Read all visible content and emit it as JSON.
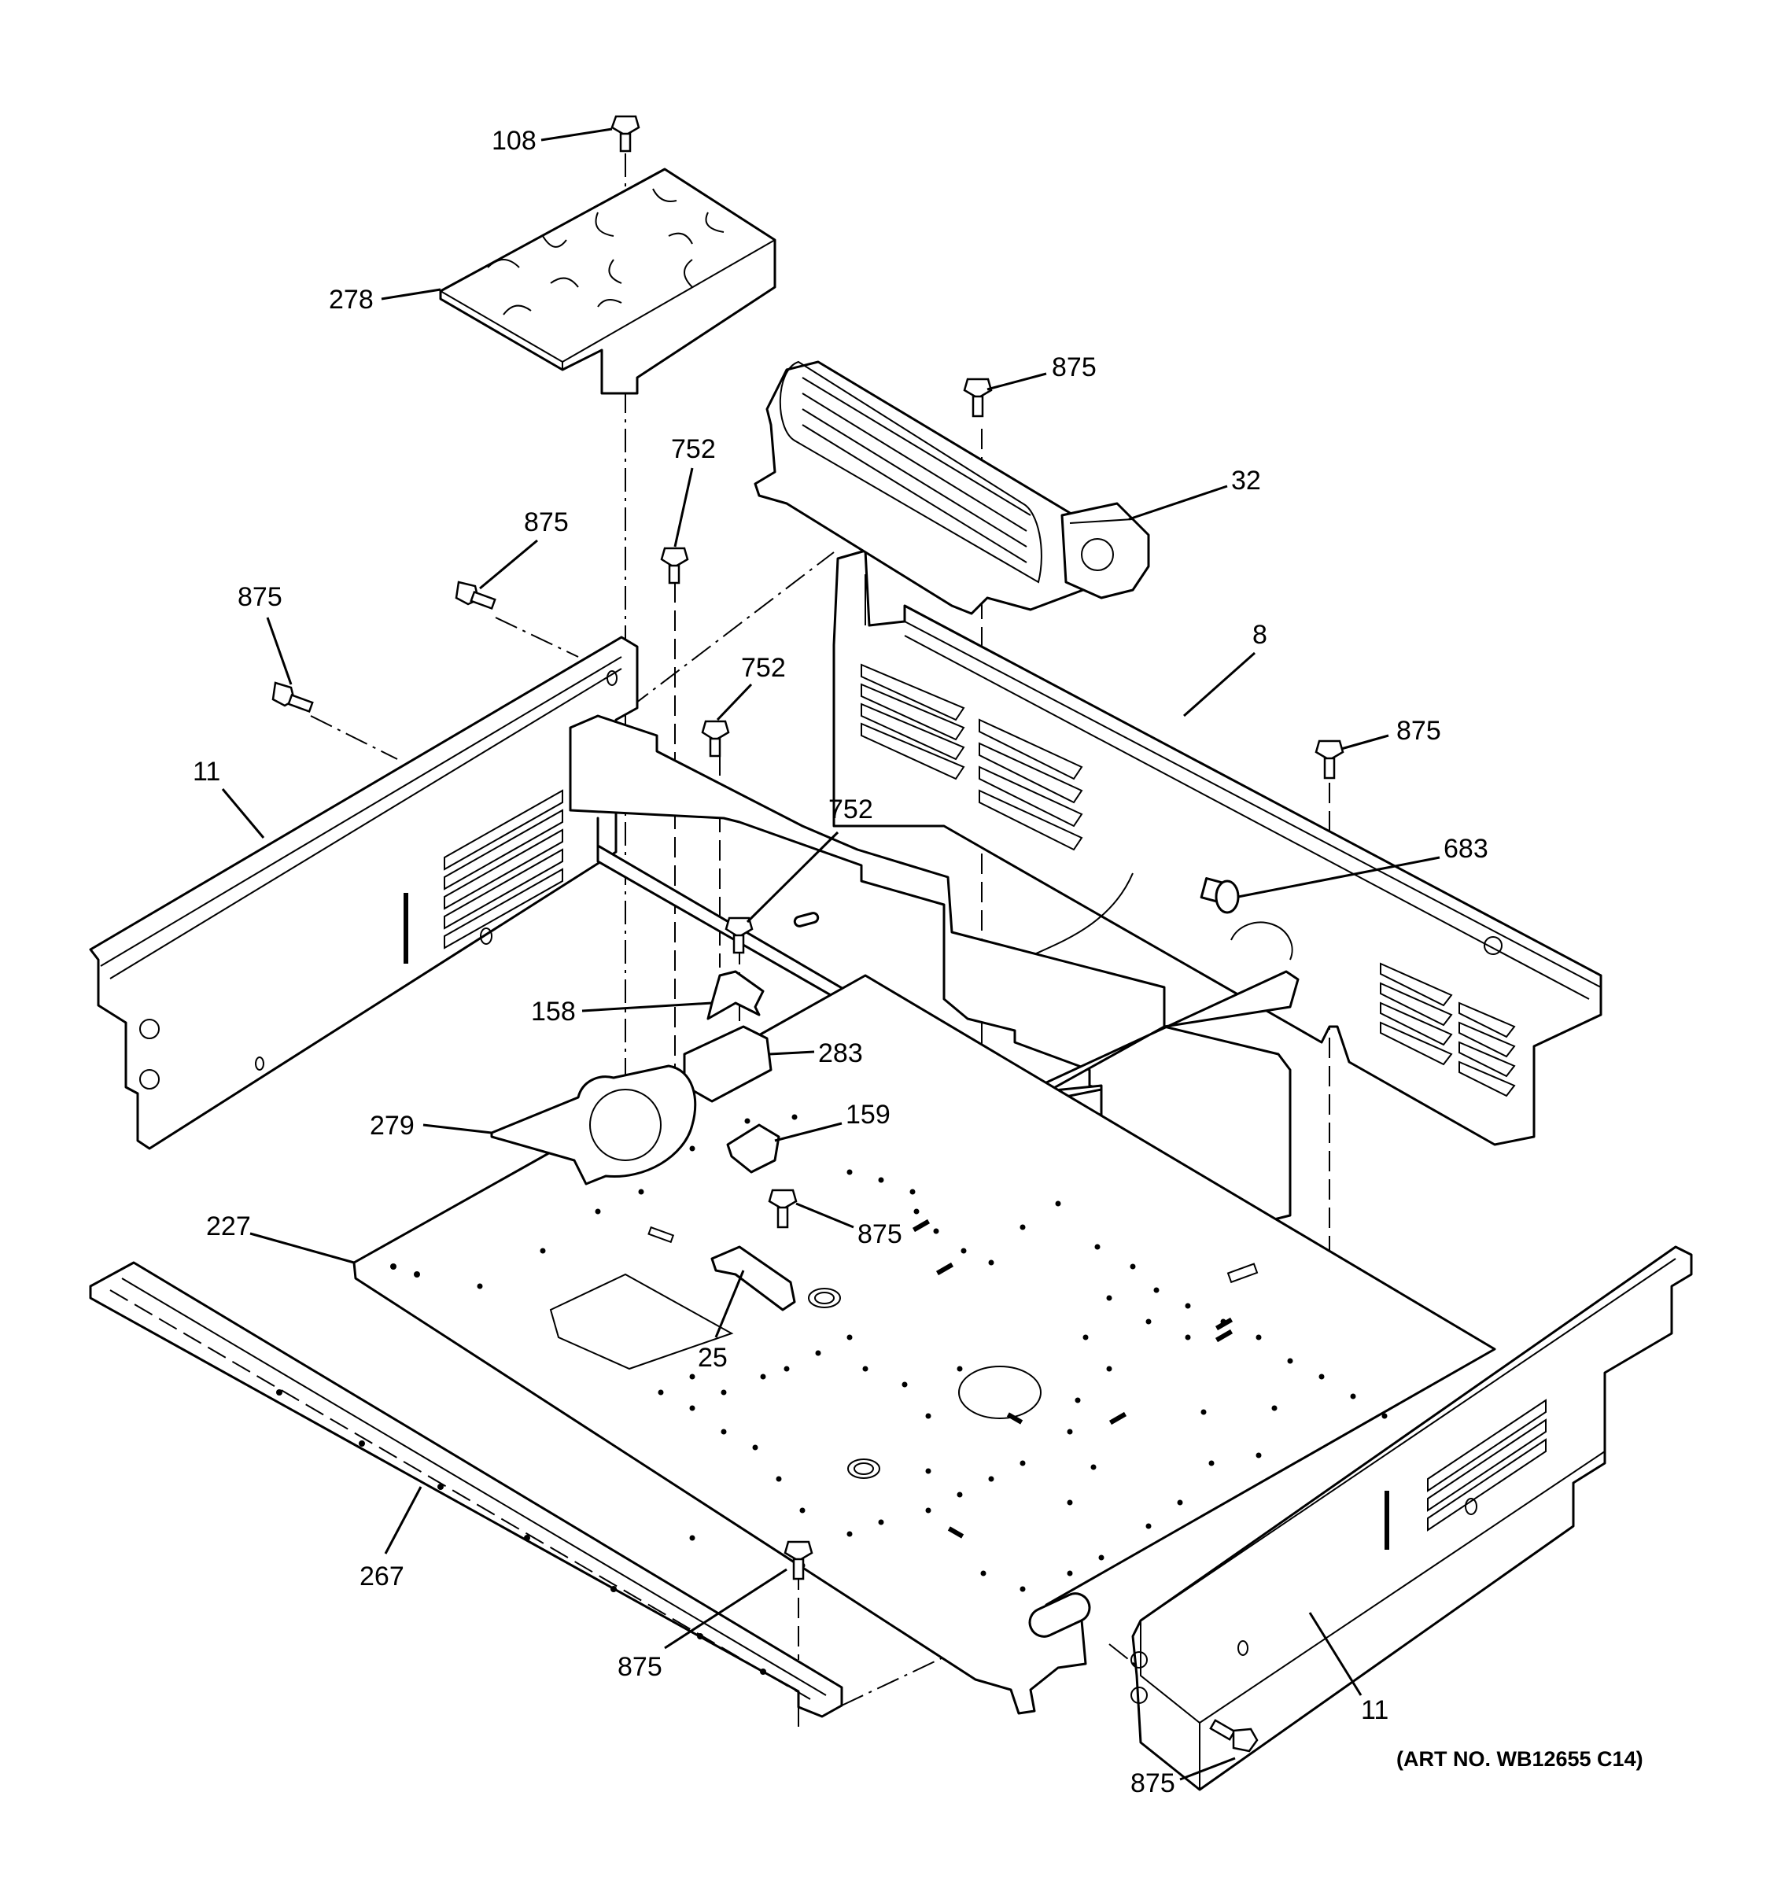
{
  "diagram": {
    "art_number": "(ART NO. WB12655 C14)",
    "callouts": {
      "c108": "108",
      "c278": "278",
      "c875_fan": "875",
      "c32": "32",
      "c752_top": "752",
      "c875_upper": "875",
      "c875_left": "875",
      "c11_left": "11",
      "c752_mid": "752",
      "c8": "8",
      "c875_right": "875",
      "c752_low": "752",
      "c683": "683",
      "c158": "158",
      "c283": "283",
      "c279": "279",
      "c159": "159",
      "c875_center": "875",
      "c227": "227",
      "c25": "25",
      "c267": "267",
      "c875_bottom": "875",
      "c11_right": "11",
      "c875_corner": "875"
    }
  }
}
